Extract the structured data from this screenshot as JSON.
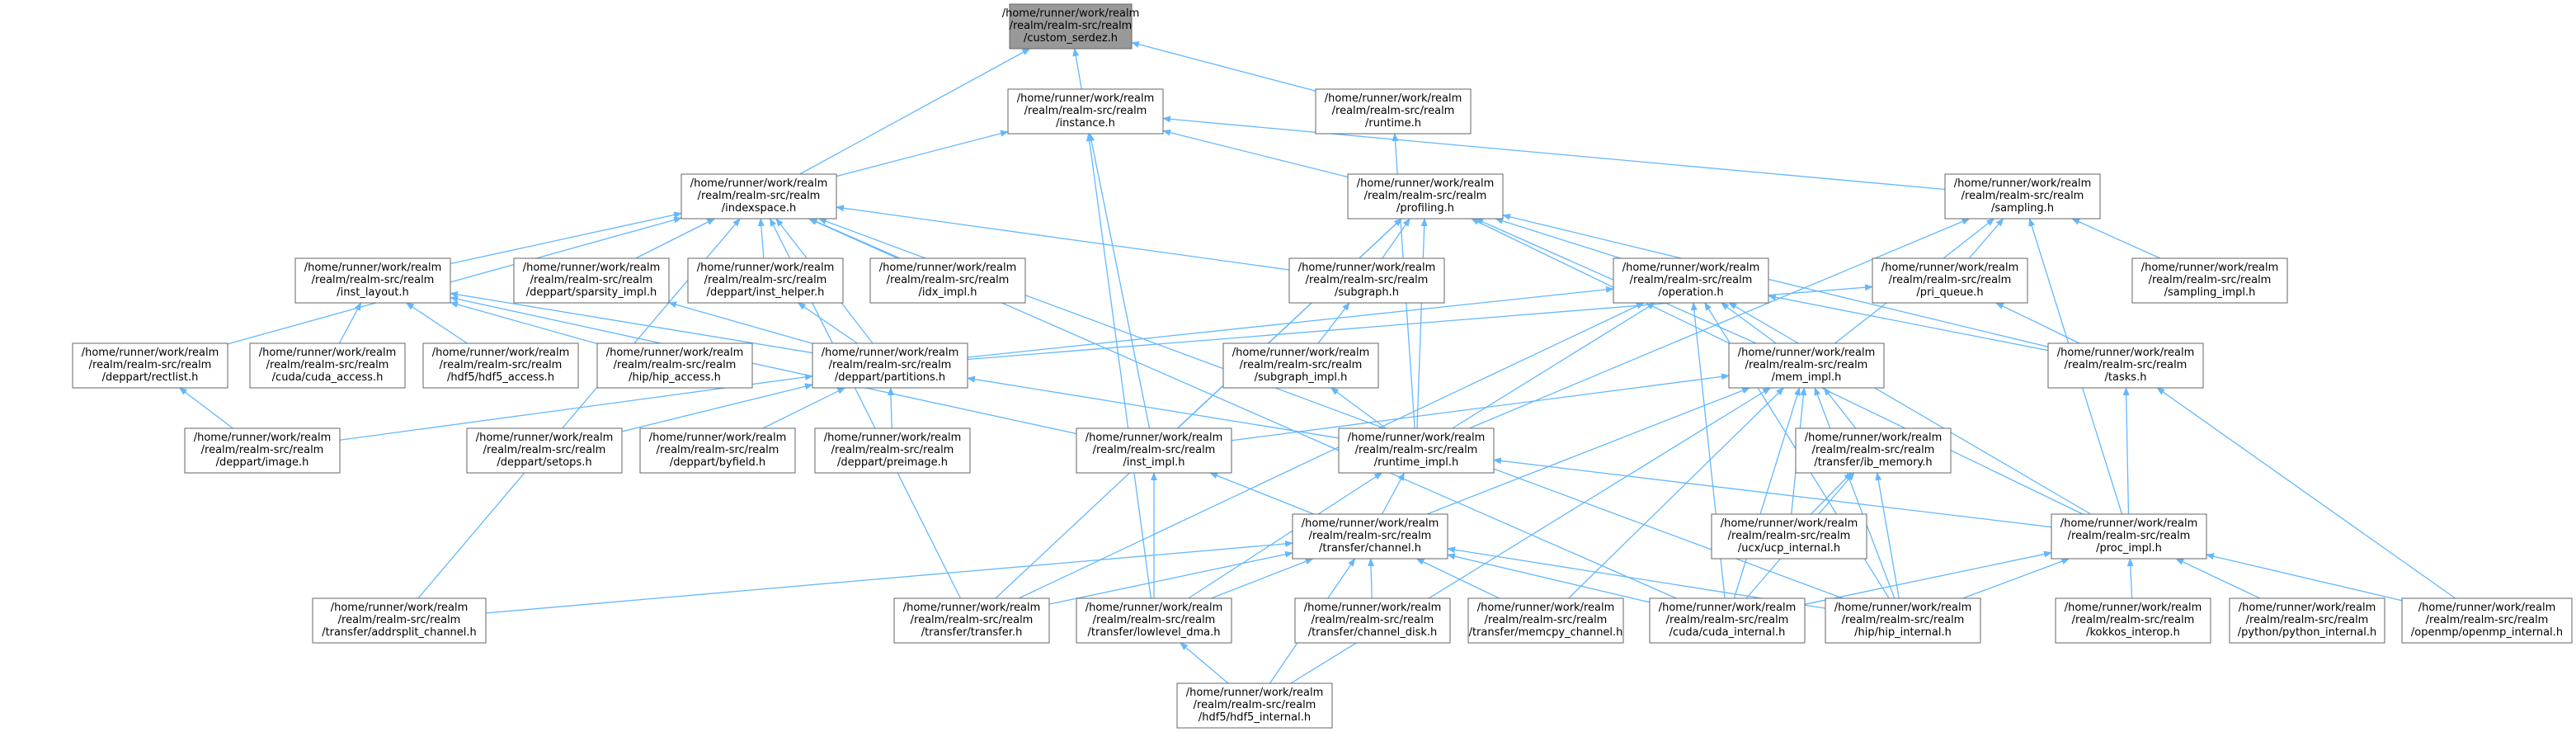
{
  "colors": {
    "background": "#ffffff",
    "edge": "#63b8ff",
    "node_fill": "#ffffff",
    "node_border": "#666666",
    "root_fill": "#999999",
    "root_border": "#666666",
    "text": "#000000"
  },
  "nodes": [
    {
      "id": "custom_serdez",
      "lines": [
        "/home/runner/work/realm",
        "/realm/realm-src/realm",
        "/custom_serdez.h"
      ],
      "root": true
    },
    {
      "id": "instance",
      "lines": [
        "/home/runner/work/realm",
        "/realm/realm-src/realm",
        "/instance.h"
      ]
    },
    {
      "id": "runtime",
      "lines": [
        "/home/runner/work/realm",
        "/realm/realm-src/realm",
        "/runtime.h"
      ]
    },
    {
      "id": "indexspace",
      "lines": [
        "/home/runner/work/realm",
        "/realm/realm-src/realm",
        "/indexspace.h"
      ]
    },
    {
      "id": "profiling",
      "lines": [
        "/home/runner/work/realm",
        "/realm/realm-src/realm",
        "/profiling.h"
      ]
    },
    {
      "id": "sampling",
      "lines": [
        "/home/runner/work/realm",
        "/realm/realm-src/realm",
        "/sampling.h"
      ]
    },
    {
      "id": "inst_layout",
      "lines": [
        "/home/runner/work/realm",
        "/realm/realm-src/realm",
        "/inst_layout.h"
      ]
    },
    {
      "id": "sparsity_impl",
      "lines": [
        "/home/runner/work/realm",
        "/realm/realm-src/realm",
        "/deppart/sparsity_impl.h"
      ]
    },
    {
      "id": "inst_helper",
      "lines": [
        "/home/runner/work/realm",
        "/realm/realm-src/realm",
        "/deppart/inst_helper.h"
      ]
    },
    {
      "id": "idx_impl",
      "lines": [
        "/home/runner/work/realm",
        "/realm/realm-src/realm",
        "/idx_impl.h"
      ]
    },
    {
      "id": "subgraph",
      "lines": [
        "/home/runner/work/realm",
        "/realm/realm-src/realm",
        "/subgraph.h"
      ]
    },
    {
      "id": "operation",
      "lines": [
        "/home/runner/work/realm",
        "/realm/realm-src/realm",
        "/operation.h"
      ]
    },
    {
      "id": "pri_queue",
      "lines": [
        "/home/runner/work/realm",
        "/realm/realm-src/realm",
        "/pri_queue.h"
      ]
    },
    {
      "id": "sampling_impl",
      "lines": [
        "/home/runner/work/realm",
        "/realm/realm-src/realm",
        "/sampling_impl.h"
      ]
    },
    {
      "id": "rectlist",
      "lines": [
        "/home/runner/work/realm",
        "/realm/realm-src/realm",
        "/deppart/rectlist.h"
      ]
    },
    {
      "id": "cuda_access",
      "lines": [
        "/home/runner/work/realm",
        "/realm/realm-src/realm",
        "/cuda/cuda_access.h"
      ]
    },
    {
      "id": "hdf5_access",
      "lines": [
        "/home/runner/work/realm",
        "/realm/realm-src/realm",
        "/hdf5/hdf5_access.h"
      ]
    },
    {
      "id": "hip_access",
      "lines": [
        "/home/runner/work/realm",
        "/realm/realm-src/realm",
        "/hip/hip_access.h"
      ]
    },
    {
      "id": "partitions",
      "lines": [
        "/home/runner/work/realm",
        "/realm/realm-src/realm",
        "/deppart/partitions.h"
      ]
    },
    {
      "id": "subgraph_impl",
      "lines": [
        "/home/runner/work/realm",
        "/realm/realm-src/realm",
        "/subgraph_impl.h"
      ]
    },
    {
      "id": "mem_impl",
      "lines": [
        "/home/runner/work/realm",
        "/realm/realm-src/realm",
        "/mem_impl.h"
      ]
    },
    {
      "id": "tasks",
      "lines": [
        "/home/runner/work/realm",
        "/realm/realm-src/realm",
        "/tasks.h"
      ]
    },
    {
      "id": "image",
      "lines": [
        "/home/runner/work/realm",
        "/realm/realm-src/realm",
        "/deppart/image.h"
      ]
    },
    {
      "id": "setops",
      "lines": [
        "/home/runner/work/realm",
        "/realm/realm-src/realm",
        "/deppart/setops.h"
      ]
    },
    {
      "id": "byfield",
      "lines": [
        "/home/runner/work/realm",
        "/realm/realm-src/realm",
        "/deppart/byfield.h"
      ]
    },
    {
      "id": "preimage",
      "lines": [
        "/home/runner/work/realm",
        "/realm/realm-src/realm",
        "/deppart/preimage.h"
      ]
    },
    {
      "id": "inst_impl",
      "lines": [
        "/home/runner/work/realm",
        "/realm/realm-src/realm",
        "/inst_impl.h"
      ]
    },
    {
      "id": "runtime_impl",
      "lines": [
        "/home/runner/work/realm",
        "/realm/realm-src/realm",
        "/runtime_impl.h"
      ]
    },
    {
      "id": "ib_memory",
      "lines": [
        "/home/runner/work/realm",
        "/realm/realm-src/realm",
        "/transfer/ib_memory.h"
      ]
    },
    {
      "id": "ucp_internal",
      "lines": [
        "/home/runner/work/realm",
        "/realm/realm-src/realm",
        "/ucx/ucp_internal.h"
      ]
    },
    {
      "id": "channel",
      "lines": [
        "/home/runner/work/realm",
        "/realm/realm-src/realm",
        "/transfer/channel.h"
      ]
    },
    {
      "id": "proc_impl",
      "lines": [
        "/home/runner/work/realm",
        "/realm/realm-src/realm",
        "/proc_impl.h"
      ]
    },
    {
      "id": "addrsplit",
      "lines": [
        "/home/runner/work/realm",
        "/realm/realm-src/realm",
        "/transfer/addrsplit_channel.h"
      ]
    },
    {
      "id": "transfer",
      "lines": [
        "/home/runner/work/realm",
        "/realm/realm-src/realm",
        "/transfer/transfer.h"
      ]
    },
    {
      "id": "lowlevel_dma",
      "lines": [
        "/home/runner/work/realm",
        "/realm/realm-src/realm",
        "/transfer/lowlevel_dma.h"
      ]
    },
    {
      "id": "channel_disk",
      "lines": [
        "/home/runner/work/realm",
        "/realm/realm-src/realm",
        "/transfer/channel_disk.h"
      ]
    },
    {
      "id": "memcpy_channel",
      "lines": [
        "/home/runner/work/realm",
        "/realm/realm-src/realm",
        "/transfer/memcpy_channel.h"
      ]
    },
    {
      "id": "cuda_internal",
      "lines": [
        "/home/runner/work/realm",
        "/realm/realm-src/realm",
        "/cuda/cuda_internal.h"
      ]
    },
    {
      "id": "hip_internal",
      "lines": [
        "/home/runner/work/realm",
        "/realm/realm-src/realm",
        "/hip/hip_internal.h"
      ]
    },
    {
      "id": "kokkos_interop",
      "lines": [
        "/home/runner/work/realm",
        "/realm/realm-src/realm",
        "/kokkos_interop.h"
      ]
    },
    {
      "id": "python_internal",
      "lines": [
        "/home/runner/work/realm",
        "/realm/realm-src/realm",
        "/python/python_internal.h"
      ]
    },
    {
      "id": "openmp_internal",
      "lines": [
        "/home/runner/work/realm",
        "/realm/realm-src/realm",
        "/openmp/openmp_internal.h"
      ]
    },
    {
      "id": "hdf5_internal",
      "lines": [
        "/home/runner/work/realm",
        "/realm/realm-src/realm",
        "/hdf5/hdf5_internal.h"
      ]
    }
  ],
  "edges": [
    [
      "instance",
      "custom_serdez"
    ],
    [
      "runtime",
      "custom_serdez"
    ],
    [
      "indexspace",
      "custom_serdez"
    ],
    [
      "indexspace",
      "instance"
    ],
    [
      "profiling",
      "instance"
    ],
    [
      "sampling",
      "instance"
    ],
    [
      "inst_impl",
      "instance"
    ],
    [
      "lowlevel_dma",
      "instance"
    ],
    [
      "runtime_impl",
      "runtime"
    ],
    [
      "rectlist",
      "indexspace"
    ],
    [
      "inst_layout",
      "indexspace"
    ],
    [
      "sparsity_impl",
      "indexspace"
    ],
    [
      "inst_helper",
      "indexspace"
    ],
    [
      "idx_impl",
      "indexspace"
    ],
    [
      "subgraph",
      "indexspace"
    ],
    [
      "partitions",
      "indexspace"
    ],
    [
      "addrsplit",
      "indexspace"
    ],
    [
      "transfer",
      "indexspace"
    ],
    [
      "cuda_internal",
      "indexspace"
    ],
    [
      "hip_internal",
      "indexspace"
    ],
    [
      "subgraph",
      "profiling"
    ],
    [
      "operation",
      "profiling"
    ],
    [
      "inst_impl",
      "profiling"
    ],
    [
      "runtime_impl",
      "profiling"
    ],
    [
      "tasks",
      "profiling"
    ],
    [
      "proc_impl",
      "profiling"
    ],
    [
      "transfer",
      "profiling"
    ],
    [
      "mem_impl",
      "profiling"
    ],
    [
      "pri_queue",
      "sampling"
    ],
    [
      "sampling_impl",
      "sampling"
    ],
    [
      "mem_impl",
      "sampling"
    ],
    [
      "runtime_impl",
      "sampling"
    ],
    [
      "proc_impl",
      "sampling"
    ],
    [
      "cuda_access",
      "inst_layout"
    ],
    [
      "hdf5_access",
      "inst_layout"
    ],
    [
      "hip_access",
      "inst_layout"
    ],
    [
      "partitions",
      "inst_layout"
    ],
    [
      "inst_impl",
      "inst_layout"
    ],
    [
      "partitions",
      "sparsity_impl"
    ],
    [
      "partitions",
      "inst_helper"
    ],
    [
      "subgraph_impl",
      "subgraph"
    ],
    [
      "partitions",
      "operation"
    ],
    [
      "mem_impl",
      "operation"
    ],
    [
      "tasks",
      "operation"
    ],
    [
      "runtime_impl",
      "operation"
    ],
    [
      "proc_impl",
      "operation"
    ],
    [
      "transfer",
      "operation"
    ],
    [
      "cuda_internal",
      "operation"
    ],
    [
      "hip_internal",
      "operation"
    ],
    [
      "tasks",
      "pri_queue"
    ],
    [
      "partitions",
      "pri_queue"
    ],
    [
      "image",
      "rectlist"
    ],
    [
      "image",
      "partitions"
    ],
    [
      "setops",
      "partitions"
    ],
    [
      "byfield",
      "partitions"
    ],
    [
      "preimage",
      "partitions"
    ],
    [
      "runtime_impl",
      "partitions"
    ],
    [
      "runtime_impl",
      "subgraph_impl"
    ],
    [
      "inst_impl",
      "mem_impl"
    ],
    [
      "ib_memory",
      "mem_impl"
    ],
    [
      "channel",
      "mem_impl"
    ],
    [
      "ucp_internal",
      "mem_impl"
    ],
    [
      "cuda_internal",
      "mem_impl"
    ],
    [
      "hip_internal",
      "mem_impl"
    ],
    [
      "memcpy_channel",
      "mem_impl"
    ],
    [
      "hdf5_internal",
      "mem_impl"
    ],
    [
      "proc_impl",
      "tasks"
    ],
    [
      "openmp_internal",
      "tasks"
    ],
    [
      "channel",
      "inst_impl"
    ],
    [
      "lowlevel_dma",
      "inst_impl"
    ],
    [
      "channel",
      "runtime_impl"
    ],
    [
      "proc_impl",
      "runtime_impl"
    ],
    [
      "lowlevel_dma",
      "runtime_impl"
    ],
    [
      "ucp_internal",
      "ib_memory"
    ],
    [
      "cuda_internal",
      "ib_memory"
    ],
    [
      "hip_internal",
      "ib_memory"
    ],
    [
      "addrsplit",
      "channel"
    ],
    [
      "transfer",
      "channel"
    ],
    [
      "lowlevel_dma",
      "channel"
    ],
    [
      "channel_disk",
      "channel"
    ],
    [
      "memcpy_channel",
      "channel"
    ],
    [
      "cuda_internal",
      "channel"
    ],
    [
      "hip_internal",
      "channel"
    ],
    [
      "hdf5_internal",
      "channel"
    ],
    [
      "cuda_internal",
      "proc_impl"
    ],
    [
      "hip_internal",
      "proc_impl"
    ],
    [
      "kokkos_interop",
      "proc_impl"
    ],
    [
      "python_internal",
      "proc_impl"
    ],
    [
      "openmp_internal",
      "proc_impl"
    ],
    [
      "hdf5_internal",
      "lowlevel_dma"
    ]
  ]
}
